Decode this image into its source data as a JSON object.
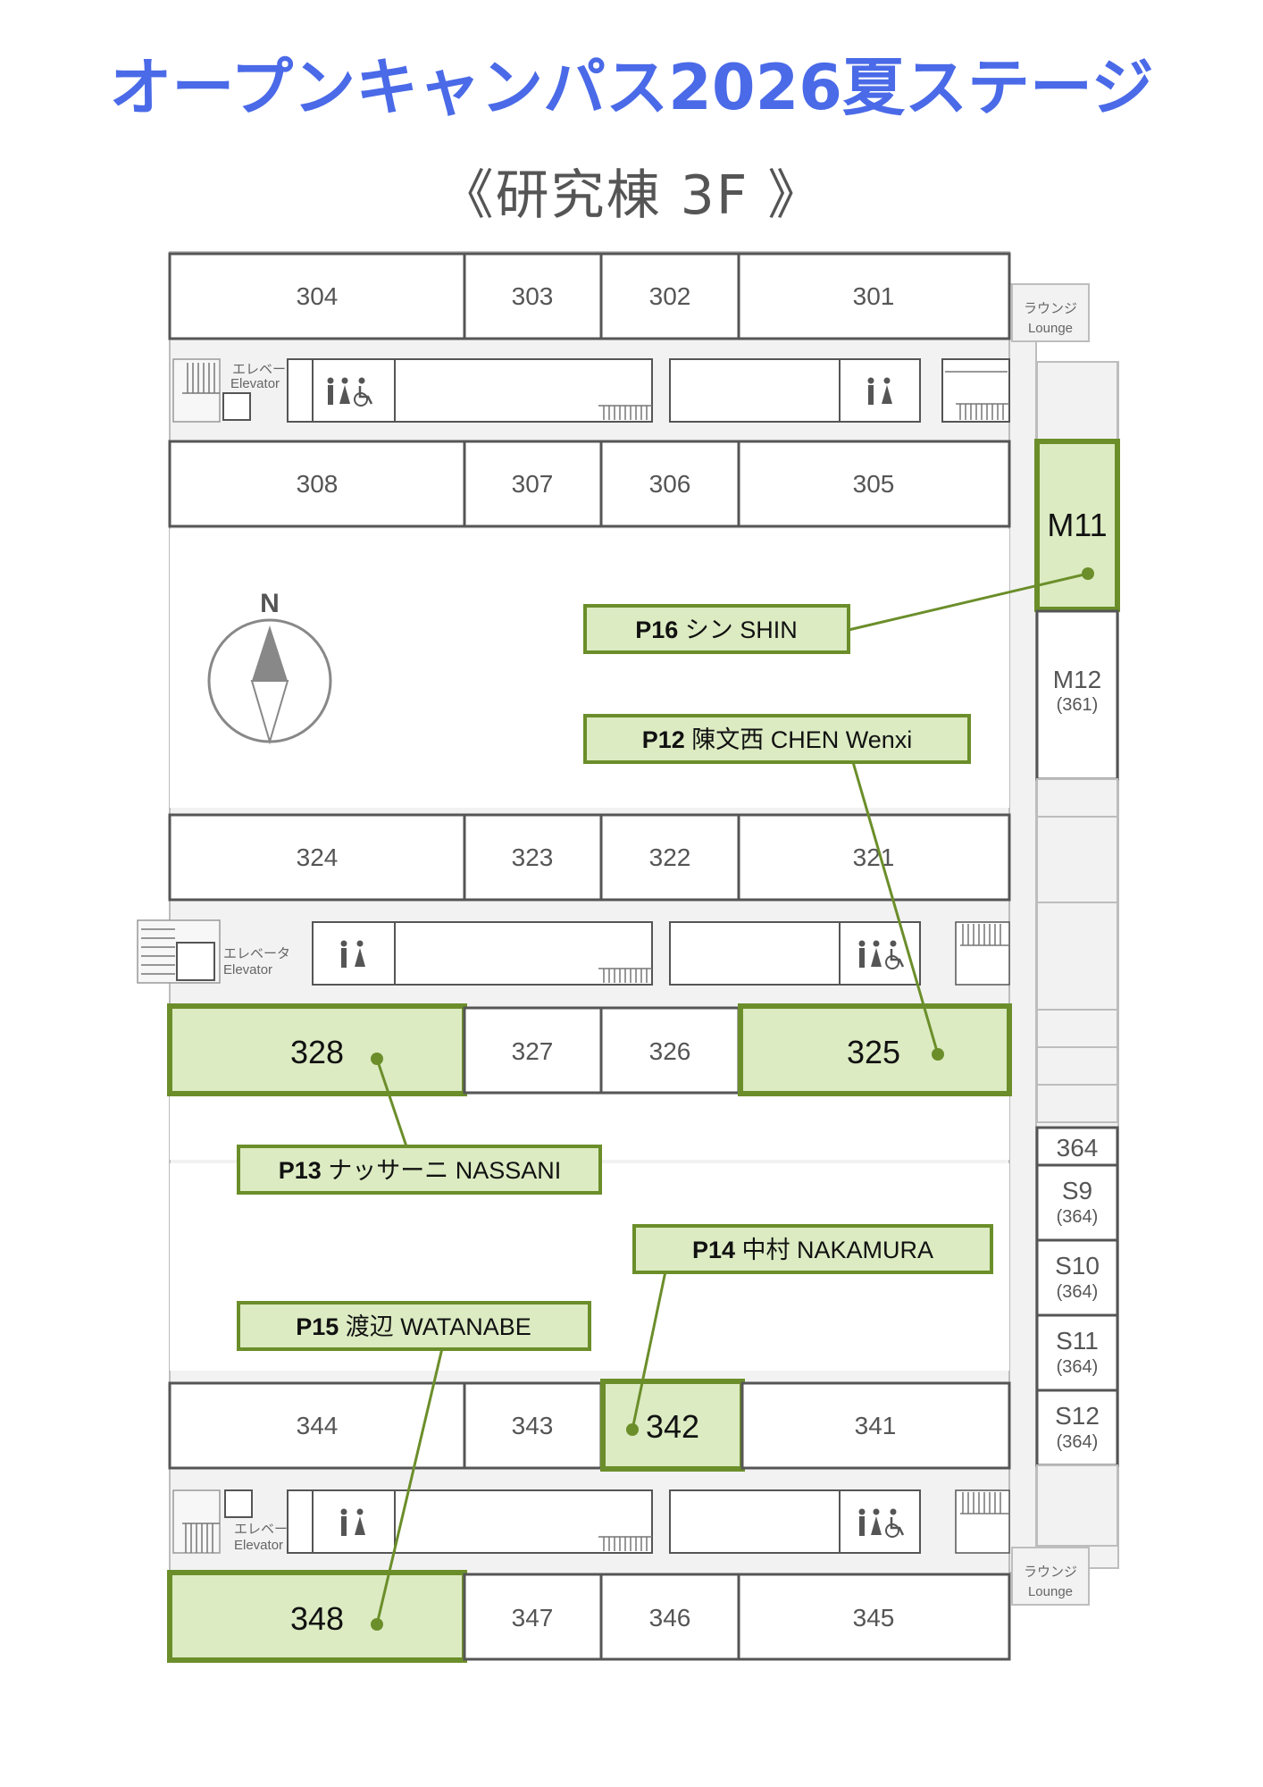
{
  "title": "オープンキャンパス2026夏ステージ",
  "subtitle": "《研究棟 3F 》",
  "compass_label": "N",
  "elevator_label_jp": "エレベータ",
  "elevator_label_en": "Elevator",
  "lounge_label_jp": "ラウンジ",
  "lounge_label_en": "Lounge",
  "rooms": {
    "r304": "304",
    "r303": "303",
    "r302": "302",
    "r301": "301",
    "r308": "308",
    "r307": "307",
    "r306": "306",
    "r305": "305",
    "r324": "324",
    "r323": "323",
    "r322": "322",
    "r321": "321",
    "r328": "328",
    "r327": "327",
    "r326": "326",
    "r325": "325",
    "r344": "344",
    "r343": "343",
    "r342": "342",
    "r341": "341",
    "r348": "348",
    "r347": "347",
    "r346": "346",
    "r345": "345",
    "M11": "M11",
    "M12": "M12",
    "M12_sub": "(361)",
    "r364": "364",
    "S9": "S9",
    "S9_sub": "(364)",
    "S10": "S10",
    "S10_sub": "(364)",
    "S11": "S11",
    "S11_sub": "(364)",
    "S12": "S12",
    "S12_sub": "(364)"
  },
  "highlight_color": "#dcebc2",
  "accent_color": "#6b8e2a",
  "title_color": "#4a6ae8",
  "presenters": [
    {
      "code": "P16",
      "name": "シン SHIN",
      "room": "M11"
    },
    {
      "code": "P12",
      "name": "陳文西 CHEN Wenxi",
      "room": "325"
    },
    {
      "code": "P13",
      "name": "ナッサーニ NASSANI",
      "room": "328"
    },
    {
      "code": "P14",
      "name": "中村 NAKAMURA",
      "room": "342"
    },
    {
      "code": "P15",
      "name": "渡辺 WATANABE",
      "room": "348"
    }
  ]
}
